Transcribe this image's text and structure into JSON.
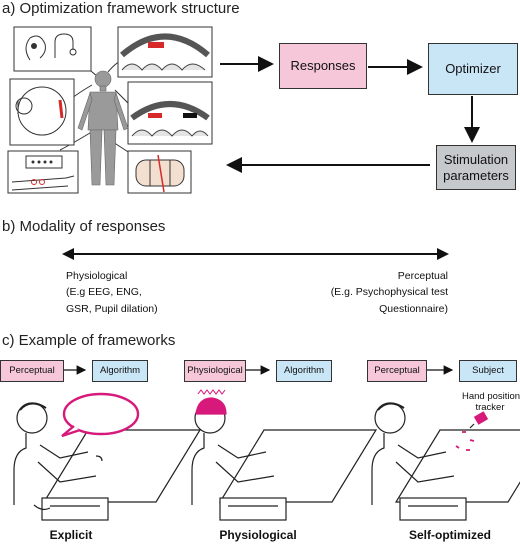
{
  "section_a": {
    "heading": "a)  Optimization framework structure",
    "responses": "Responses",
    "optimizer": "Optimizer",
    "stimulation": "Stimulation parameters"
  },
  "section_b": {
    "heading": "b)  Modality of responses",
    "left": [
      "Physiological",
      "(E.g EEG, ENG,",
      "GSR, Pupil dilation)"
    ],
    "right": [
      "Perceptual",
      "(E.g. Psychophysical test",
      "Questionnaire)"
    ]
  },
  "section_c": {
    "heading": "c)  Example of frameworks",
    "frameworks": [
      {
        "from": "Perceptual",
        "to": "Algorithm",
        "caption": "Explicit"
      },
      {
        "from": "Physiological",
        "to": "Algorithm",
        "caption": "Physiological"
      },
      {
        "from": "Perceptual",
        "to": "Subject",
        "caption": "Self-optimized"
      }
    ],
    "tracker_label": [
      "Hand position",
      "tracker"
    ]
  },
  "colors": {
    "pink": "#f6c7d8",
    "blue": "#c9e6f7",
    "gray": "#c6c9cc",
    "magenta": "#d6197a"
  }
}
